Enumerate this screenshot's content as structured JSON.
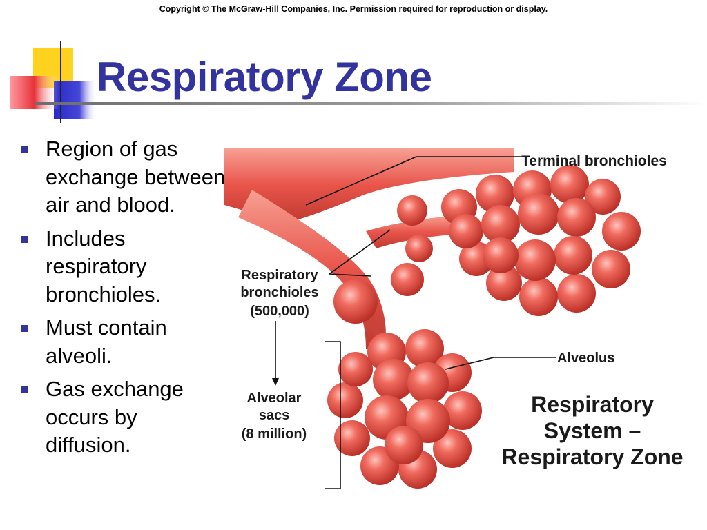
{
  "copyright": "Copyright © The McGraw-Hill Companies, Inc. Permission required for reproduction or display.",
  "title": "Respiratory Zone",
  "bullets": [
    "Region of gas exchange between air and blood.",
    "Includes respiratory bronchioles.",
    "Must contain alveoli.",
    "Gas exchange occurs by diffusion."
  ],
  "figure": {
    "labels": {
      "terminal": "Terminal bronchioles",
      "resp_line1": "Respiratory",
      "resp_line2": "bronchioles",
      "resp_count": "(500,000)",
      "alveolus": "Alveolus",
      "sacs_line1": "Alveolar",
      "sacs_line2": "sacs",
      "sacs_count": "(8 million)"
    },
    "caption": [
      "Respiratory",
      "System –",
      "Respiratory Zone"
    ]
  },
  "colors": {
    "title": "#3333a0",
    "bullet_square": "#3333a0",
    "tissue": "#e8544a",
    "tissue_dark": "#b52a22",
    "deco_yellow": "#ffd21f",
    "deco_red": "#e8323a",
    "deco_blue": "#2a2ac8"
  }
}
